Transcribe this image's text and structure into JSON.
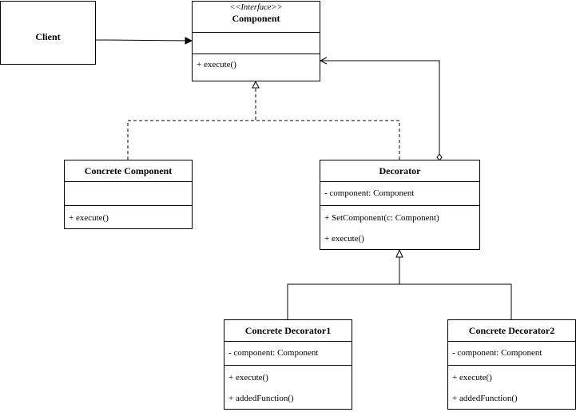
{
  "client": {
    "name": "Client"
  },
  "component": {
    "stereotype": "<<Interface>>",
    "name": "Component",
    "attributes": [],
    "methods": [
      "+ execute()"
    ]
  },
  "concrete_component": {
    "name": "Concrete Component",
    "attributes": [],
    "methods": [
      "+ execute()"
    ]
  },
  "decorator": {
    "name": "Decorator",
    "attributes": [
      "- component: Component"
    ],
    "methods": [
      "+ SetComponent(c: Component)",
      "+ execute()"
    ]
  },
  "concrete_decorator1": {
    "name": "Concrete Decorator1",
    "attributes": [
      "- component: Component"
    ],
    "methods": [
      "+ execute()",
      "+ addedFunction()"
    ]
  },
  "concrete_decorator2": {
    "name": "Concrete Decorator2",
    "attributes": [
      "- component: Component"
    ],
    "methods": [
      "+ execute()",
      "+ addedFunction()"
    ]
  },
  "colors": {
    "line": "#000000",
    "background": "#ffffff"
  }
}
